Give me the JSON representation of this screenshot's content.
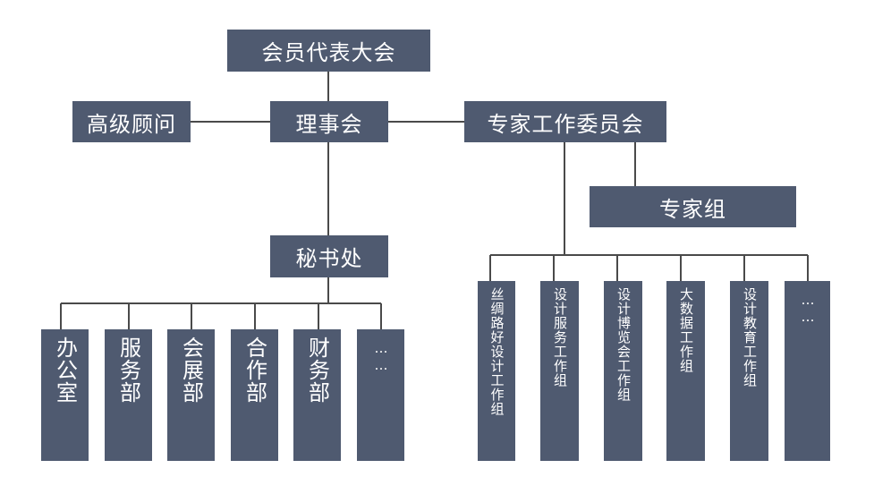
{
  "nodes": {
    "assembly": "会员代表大会",
    "advisor": "高级顾问",
    "council": "理事会",
    "expert_committee": "专家工作委员会",
    "expert_group": "专家组",
    "secretariat": "秘书处"
  },
  "departments": [
    "办公室",
    "服务部",
    "会展部",
    "合作部",
    "财务部",
    "……"
  ],
  "working_groups": [
    "丝绸路好设计工作组",
    "设计服务工作组",
    "设计博览会工作组",
    "大数据工作组",
    "设计教育工作组",
    "……"
  ],
  "colors": {
    "box": "#4f5a70",
    "line": "#4a4a4a",
    "text": "#ffffff"
  }
}
